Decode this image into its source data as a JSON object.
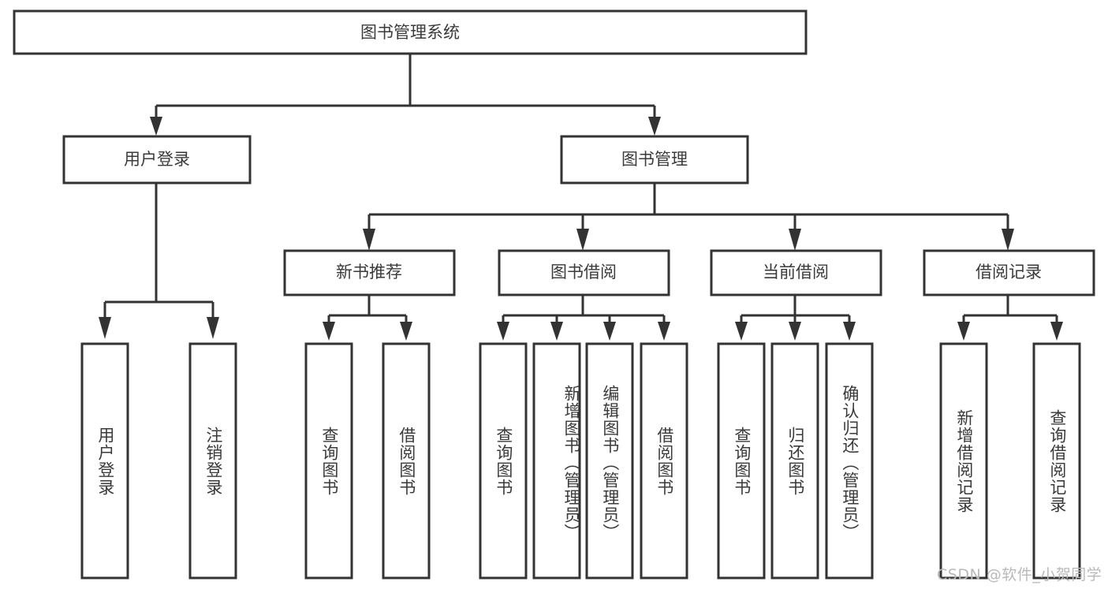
{
  "diagram": {
    "title": "图书管理系统",
    "type": "hierarchy-tree",
    "watermark": "CSDN @软件_小贺同学",
    "colors": {
      "box_stroke": "#333333",
      "box_fill": "#ffffff",
      "text": "#3a3a3a",
      "background": "#ffffff",
      "watermark": "#b9b9b9"
    },
    "levels": {
      "root": {
        "label": "图书管理系统"
      },
      "level2": [
        {
          "label": "用户登录"
        },
        {
          "label": "图书管理"
        }
      ],
      "level3": [
        {
          "label": "新书推荐"
        },
        {
          "label": "图书借阅"
        },
        {
          "label": "当前借阅"
        },
        {
          "label": "借阅记录"
        }
      ],
      "leaves": {
        "user_login": [
          {
            "label": "用户登录"
          },
          {
            "label": "注销登录"
          }
        ],
        "new_book_recommend": [
          {
            "label": "查询图书"
          },
          {
            "label": "借阅图书"
          }
        ],
        "book_borrow": [
          {
            "label": "查询图书"
          },
          {
            "label": "新增图书（管理员）"
          },
          {
            "label": "编辑图书（管理员）"
          },
          {
            "label": "借阅图书"
          }
        ],
        "current_borrow": [
          {
            "label": "查询图书"
          },
          {
            "label": "归还图书"
          },
          {
            "label": "确认归还（管理员）"
          }
        ],
        "borrow_record": [
          {
            "label": "新增借阅记录"
          },
          {
            "label": "查询借阅记录"
          }
        ]
      }
    }
  }
}
